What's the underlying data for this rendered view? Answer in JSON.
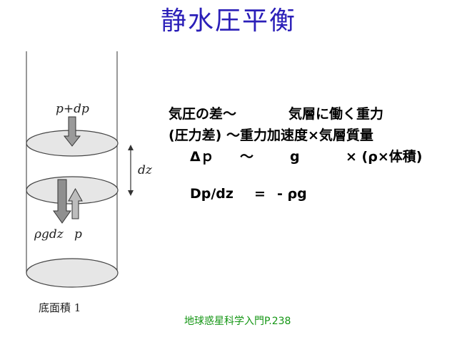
{
  "title": "静水圧平衡",
  "figure": {
    "label_top": "p+dp",
    "label_dz": "dz",
    "label_bottom_left": "ρgdz",
    "label_bottom_right": "p",
    "label_base": "底面積 1"
  },
  "equations": {
    "row1_left": "気圧の差～",
    "row1_right": "気層に働く重力",
    "row2": "(圧力差) ～重力加速度×気層質量",
    "row3_a": "Δｐ",
    "row3_b": "～",
    "row3_c": "g",
    "row3_d": "× (ρ×体積)",
    "row4_a": "Dp/dz",
    "row4_b": "=",
    "row4_c": "- ρg"
  },
  "citation": "地球惑星科学入門P.238",
  "colors": {
    "title": "#2b1fb8",
    "citation": "#149614",
    "arrow_fill": "#9a9a9a",
    "disk_fill": "#e6e6e6"
  }
}
